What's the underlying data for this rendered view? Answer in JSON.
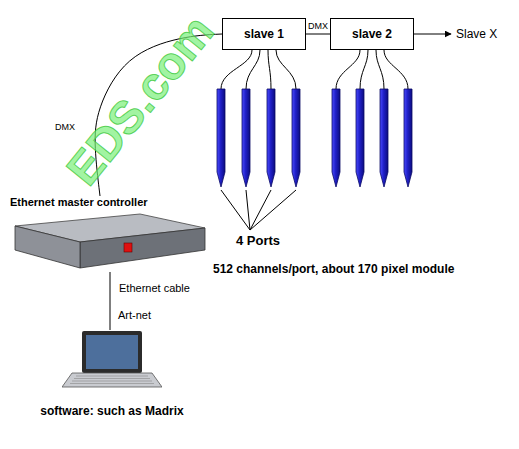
{
  "diagram": {
    "nodes": [
      {
        "text": [
          "slave 1"
        ]
      },
      {
        "text": [
          "slave 2"
        ]
      },
      {
        "text": [
          "Ethernet master controller"
        ]
      },
      {
        "text": [
          "software: such as Madrix"
        ]
      }
    ],
    "edges": [
      {
        "from": 0,
        "to": 1,
        "arrow": "none",
        "label": "DMX"
      },
      {
        "from": 2,
        "to": 0,
        "arrow": "none",
        "label": "DMX"
      },
      {
        "from": 2,
        "to": 3,
        "arrow": "none",
        "label": "Ethernet cable"
      }
    ],
    "labels": [
      "Slave X",
      "4 Ports",
      "512 channels/port, about 170 pixel module",
      "Art-net",
      "EDS.com"
    ]
  }
}
